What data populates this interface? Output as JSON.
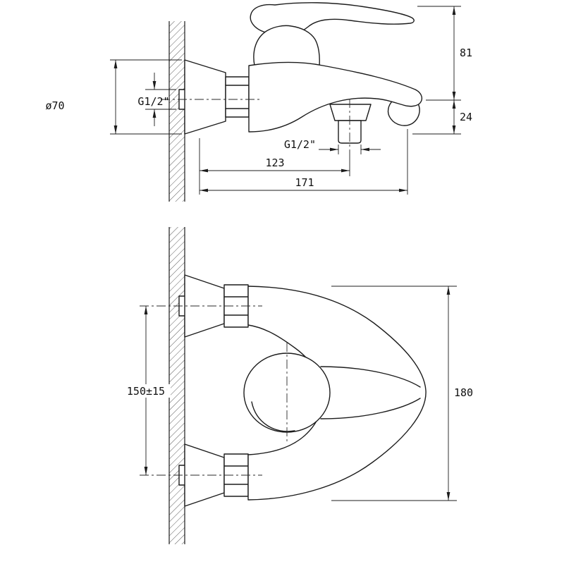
{
  "document": {
    "kind": "technical dimensional drawing",
    "subject": "wall-mounted single-lever bath mixer faucet, side view and front view",
    "background": "#ffffff",
    "ink": "#1c1c1c"
  },
  "views": {
    "side": {
      "name": "side view (upper drawing)",
      "dims": {
        "overall_height": "81",
        "spout_drop": "24",
        "flange_diameter": "ø70",
        "inlet_thread": "G1/2\"",
        "outlet_thread": "G1/2\"",
        "wall_to_outlet": "123",
        "wall_to_spout": "171"
      }
    },
    "front": {
      "name": "front view (lower drawing)",
      "dims": {
        "inlet_spacing": "150±15",
        "body_height": "180"
      }
    }
  }
}
